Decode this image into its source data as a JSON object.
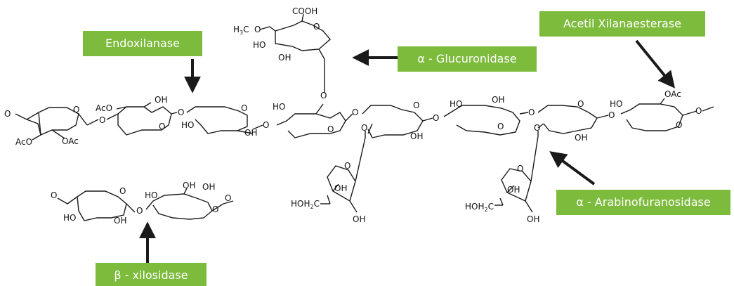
{
  "colors": {
    "enzyme_box": "#7dbb3c",
    "enzyme_text": "#ffffff",
    "bond": "#1a1a1a",
    "arrow": "#1a1a1a"
  },
  "enzymes": {
    "endoxilanase": "Endoxilanase",
    "glucuronidase": "α - Glucuronidase",
    "acetil_xilanaesterase": "Acetil Xilanaesterase",
    "arabinofuranosidase": "α - Arabinofuranosidase",
    "xilosidase": "β - xilosidase"
  },
  "atoms": {
    "o": "O",
    "oh": "OH",
    "ho": "HO",
    "aco": "AcO",
    "oac": "OAc",
    "cooh": "COOH",
    "h3c_pre": "H",
    "h3c_sub": "3",
    "h3c_post": "C",
    "methoxy": "O",
    "hoh2c_pre": "HOH",
    "hoh2c_sub": "2",
    "hoh2c_post": "C"
  }
}
